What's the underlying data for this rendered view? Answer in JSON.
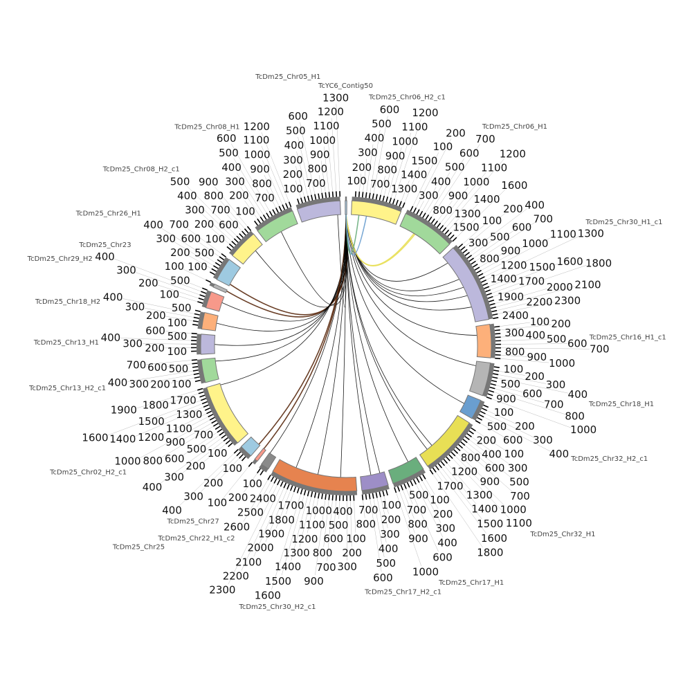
{
  "chart_data": {
    "type": "circos",
    "units_per_tick": 100,
    "segments": [
      {
        "name": "TcYC6_Contig50",
        "length": 50,
        "color": "#a6c8e0"
      },
      {
        "name": "TcDm25_Chr06_H2_c1",
        "length": 1500,
        "color": "#fff38a"
      },
      {
        "name": "TcDm25_Chr06_H1",
        "length": 1600,
        "color": "#a1d99b"
      },
      {
        "name": "TcDm25_Chr30_H1_c1",
        "length": 2400,
        "color": "#bcb8dc"
      },
      {
        "name": "TcDm25_Chr16_H1_c1",
        "length": 1000,
        "color": "#fdb07a"
      },
      {
        "name": "TcDm25_Chr18_H1",
        "length": 1000,
        "color": "#b5b5b5"
      },
      {
        "name": "TcDm25_Chr32_H2_c1",
        "length": 600,
        "color": "#6a9ecf"
      },
      {
        "name": "TcDm25_Chr32_H1",
        "length": 1800,
        "color": "#e8df55"
      },
      {
        "name": "TcDm25_Chr17_H1",
        "length": 1000,
        "color": "#6aae7d"
      },
      {
        "name": "TcDm25_Chr17_H2_c1",
        "length": 800,
        "color": "#9d8ec7"
      },
      {
        "name": "TcDm25_Chr30_H2_c1",
        "length": 2600,
        "color": "#e6834f"
      },
      {
        "name": "TcDm25_Chr22_H1_c2",
        "length": 250,
        "color": "#8a8a8a"
      },
      {
        "name": "TcDm25_Chr27",
        "length": 100,
        "color": "#f7998a"
      },
      {
        "name": "TcDm25_Chr25",
        "length": 400,
        "color": "#9ecae1"
      },
      {
        "name": "TcDm25_Chr02_H2_c1",
        "length": 1900,
        "color": "#fff38a"
      },
      {
        "name": "TcDm25_Chr13_H2_c1",
        "length": 700,
        "color": "#a1d99b"
      },
      {
        "name": "TcDm25_Chr13_H1",
        "length": 600,
        "color": "#bcb8dc"
      },
      {
        "name": "TcDm25_Chr18_H2",
        "length": 500,
        "color": "#fdb07a"
      },
      {
        "name": "TcDm25_Chr29_H2",
        "length": 500,
        "color": "#f7998a"
      },
      {
        "name": "TcDm25_Chr23",
        "length": 100,
        "color": "#b5b5b5"
      },
      {
        "name": "TcDm25_Chr26_H1",
        "length": 700,
        "color": "#9ecae1"
      },
      {
        "name": "TcDm25_Chr08_H2_c1",
        "length": 900,
        "color": "#fff38a"
      },
      {
        "name": "TcDm25_Chr08_H1",
        "length": 1200,
        "color": "#a1d99b"
      },
      {
        "name": "TcDm25_Chr05_H1",
        "length": 1300,
        "color": "#bcb8dc"
      }
    ],
    "links": [
      {
        "from": [
          0,
          25
        ],
        "to": [
          23,
          1200
        ],
        "color": "#000000"
      },
      {
        "from": [
          0,
          25
        ],
        "to": [
          22,
          600
        ],
        "color": "#000000"
      },
      {
        "from": [
          0,
          25
        ],
        "to": [
          21,
          600
        ],
        "color": "#000000"
      },
      {
        "from": [
          0,
          25
        ],
        "to": [
          20,
          60
        ],
        "color": "#5a2a10"
      },
      {
        "from": [
          0,
          25
        ],
        "to": [
          19,
          60
        ],
        "color": "#5a2a10"
      },
      {
        "from": [
          0,
          25
        ],
        "to": [
          18,
          300
        ],
        "color": "#000000"
      },
      {
        "from": [
          0,
          25
        ],
        "to": [
          17,
          250
        ],
        "color": "#000000"
      },
      {
        "from": [
          0,
          25
        ],
        "to": [
          16,
          300
        ],
        "color": "#000000"
      },
      {
        "from": [
          0,
          25
        ],
        "to": [
          15,
          600
        ],
        "color": "#000000"
      },
      {
        "from": [
          0,
          25
        ],
        "to": [
          14,
          1850
        ],
        "color": "#000000"
      },
      {
        "from": [
          0,
          25
        ],
        "to": [
          13,
          50
        ],
        "color": "#5a2a10"
      },
      {
        "from": [
          0,
          25
        ],
        "to": [
          12,
          80
        ],
        "color": "#5a2a10"
      },
      {
        "from": [
          0,
          25
        ],
        "to": [
          11,
          230
        ],
        "color": "#000000"
      },
      {
        "from": [
          0,
          25
        ],
        "to": [
          10,
          2000
        ],
        "color": "#000000"
      },
      {
        "from": [
          0,
          25
        ],
        "to": [
          10,
          1250
        ],
        "color": "#000000"
      },
      {
        "from": [
          0,
          25
        ],
        "to": [
          10,
          500
        ],
        "color": "#000000"
      },
      {
        "from": [
          0,
          25
        ],
        "to": [
          9,
          150
        ],
        "color": "#000000"
      },
      {
        "from": [
          0,
          25
        ],
        "to": [
          9,
          450
        ],
        "color": "#000000"
      },
      {
        "from": [
          0,
          25
        ],
        "to": [
          8,
          300
        ],
        "color": "#000000"
      },
      {
        "from": [
          0,
          25
        ],
        "to": [
          7,
          1300
        ],
        "color": "#000000"
      },
      {
        "from": [
          0,
          25
        ],
        "to": [
          7,
          1500
        ],
        "color": "#000000"
      },
      {
        "from": [
          0,
          25
        ],
        "to": [
          6,
          300
        ],
        "color": "#000000"
      },
      {
        "from": [
          0,
          25
        ],
        "to": [
          5,
          150
        ],
        "color": "#000000"
      },
      {
        "from": [
          0,
          25
        ],
        "to": [
          4,
          300
        ],
        "color": "#000000"
      },
      {
        "from": [
          0,
          25
        ],
        "to": [
          3,
          1900
        ],
        "color": "#000000"
      },
      {
        "from": [
          0,
          25
        ],
        "to": [
          3,
          1500
        ],
        "color": "#000000"
      },
      {
        "from": [
          0,
          25
        ],
        "to": [
          3,
          1200
        ],
        "color": "#000000"
      },
      {
        "from": [
          0,
          25
        ],
        "to": [
          3,
          900
        ],
        "color": "#000000"
      },
      {
        "from": [
          0,
          25
        ],
        "to": [
          3,
          250
        ],
        "color": "#000000"
      },
      {
        "from": [
          0,
          25
        ],
        "to": [
          2,
          520
        ],
        "color": "#e8df55"
      },
      {
        "from": [
          0,
          25
        ],
        "to": [
          2,
          560
        ],
        "color": "#e8df55"
      },
      {
        "from": [
          0,
          25
        ],
        "to": [
          1,
          250
        ],
        "color": "#6aae7d"
      },
      {
        "from": [
          0,
          25
        ],
        "to": [
          1,
          500
        ],
        "color": "#6a9ecf"
      }
    ]
  }
}
